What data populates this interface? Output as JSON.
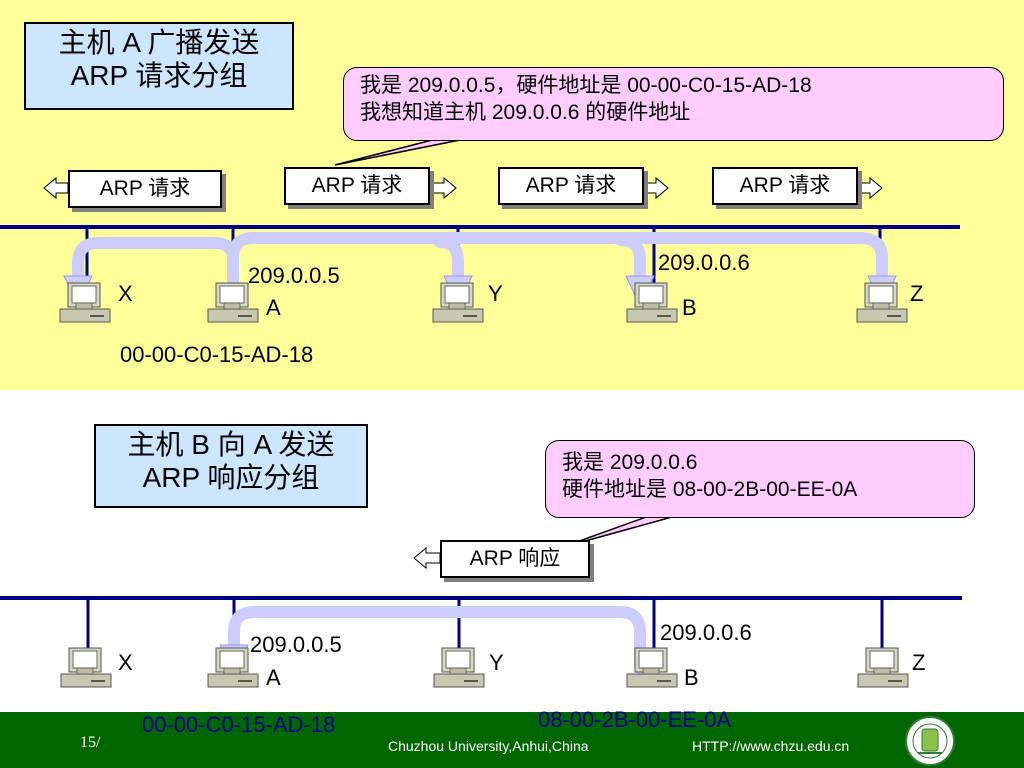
{
  "top": {
    "title": "主机 A 广播发送\nARP 请求分组",
    "callout": [
      "我是 209.0.0.5，硬件地址是 00-00-C0-15-AD-18",
      "我想知道主机 209.0.0.6 的硬件地址"
    ],
    "packets": [
      "ARP 请求",
      "ARP 请求",
      "ARP 请求",
      "ARP 请求"
    ],
    "hosts": {
      "x": "X",
      "a": "A",
      "y": "Y",
      "b": "B",
      "z": "Z"
    },
    "ip_a": "209.0.0.5",
    "ip_b": "209.0.0.6",
    "mac_a": "00-00-C0-15-AD-18"
  },
  "bottom": {
    "title": "主机 B 向 A 发送\nARP 响应分组",
    "callout": [
      "我是 209.0.0.6",
      "硬件地址是 08-00-2B-00-EE-0A"
    ],
    "packet": "ARP 响应",
    "hosts": {
      "x": "X",
      "a": "A",
      "y": "Y",
      "b": "B",
      "z": "Z"
    },
    "ip_a": "209.0.0.5",
    "ip_b": "209.0.0.6",
    "mac_a": "00-00-C0-15-AD-18",
    "mac_b": "08-00-2B-00-EE-0A"
  },
  "footer": {
    "slide_number": "15/",
    "university": "Chuzhou University,Anhui,China",
    "url": "HTTP://www.chzu.edu.cn"
  },
  "colors": {
    "top_bg": "#ffff99",
    "network_bus": "#000080",
    "arrow": "#ccccff",
    "callout_bg": "#ffccff",
    "title_bg": "#cce6ff",
    "footer_bg": "#006600"
  }
}
